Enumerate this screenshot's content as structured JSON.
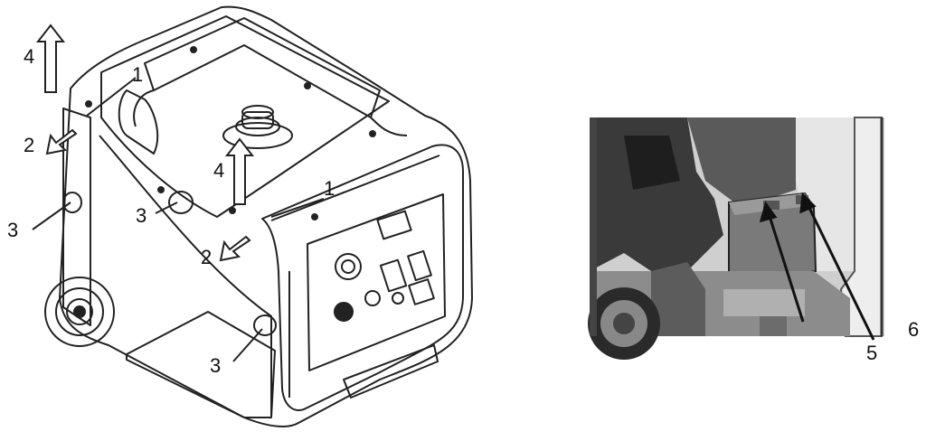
{
  "callouts": {
    "left": [
      "1",
      "1",
      "2",
      "2",
      "3",
      "3",
      "3",
      "4",
      "4"
    ],
    "right": [
      "5",
      "6"
    ]
  }
}
